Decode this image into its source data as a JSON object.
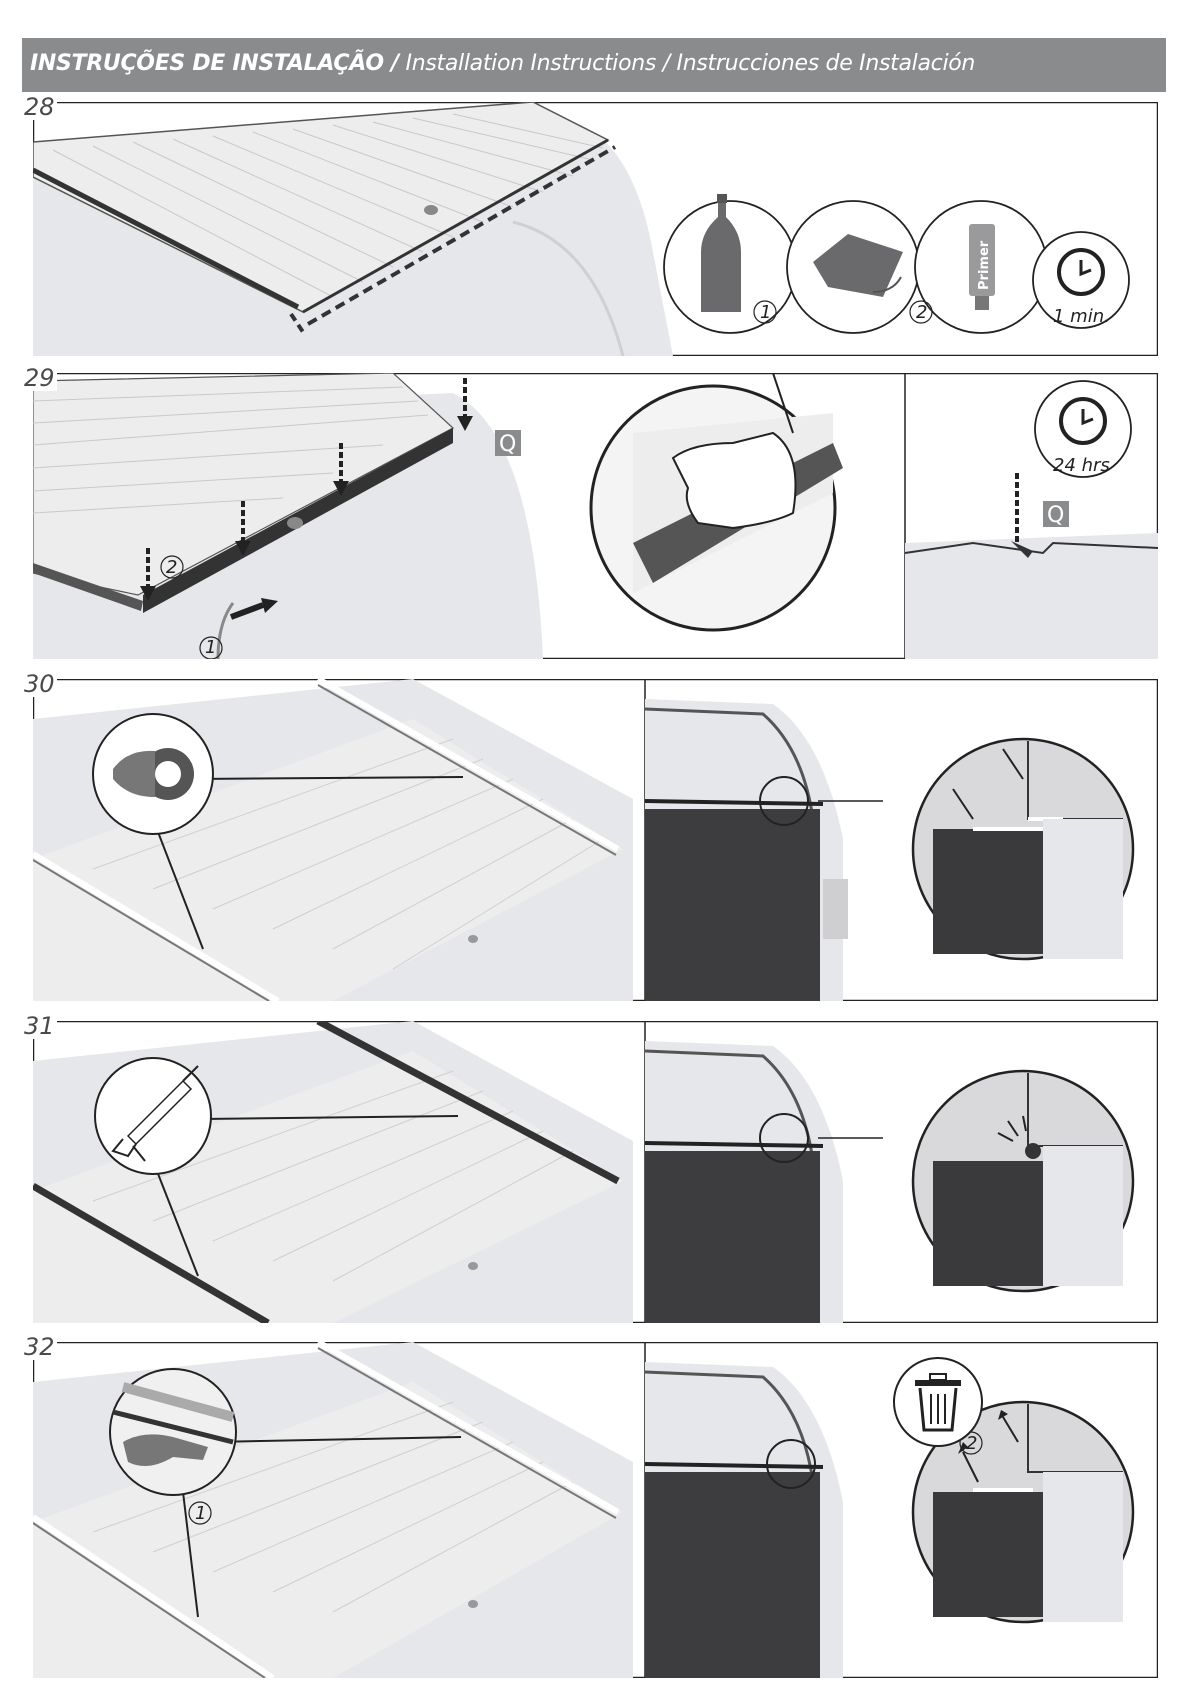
{
  "header": {
    "title_pt": "INSTRUÇÕES DE INSTALAÇÃO /",
    "title_rest": " Installation Instructions / Instrucciones de Instalación"
  },
  "steps": [
    {
      "number": "28",
      "callouts": {
        "c1": "1",
        "c2": "2",
        "primer": "Primer",
        "time": "1 min."
      }
    },
    {
      "number": "29",
      "callouts": {
        "c1": "1",
        "c2": "2",
        "marker": "Q",
        "marker2": "Q",
        "time": "24 hrs"
      }
    },
    {
      "number": "30"
    },
    {
      "number": "31"
    },
    {
      "number": "32",
      "callouts": {
        "c1": "1",
        "c2": "2"
      }
    }
  ],
  "icons": [
    "bottle-icon",
    "cloth-icon",
    "primer-tube-icon",
    "clock-icon",
    "tape-roll-icon",
    "caulk-gun-icon",
    "trash-bin-icon",
    "hand-icon",
    "arrow-icon"
  ],
  "colors": {
    "header_bg": "#8a8b8d",
    "line": "#1a1a1a",
    "truck_fill": "#e6e7ea",
    "dark_panel": "#3d3d3f",
    "seal": "#4a4a4c"
  }
}
